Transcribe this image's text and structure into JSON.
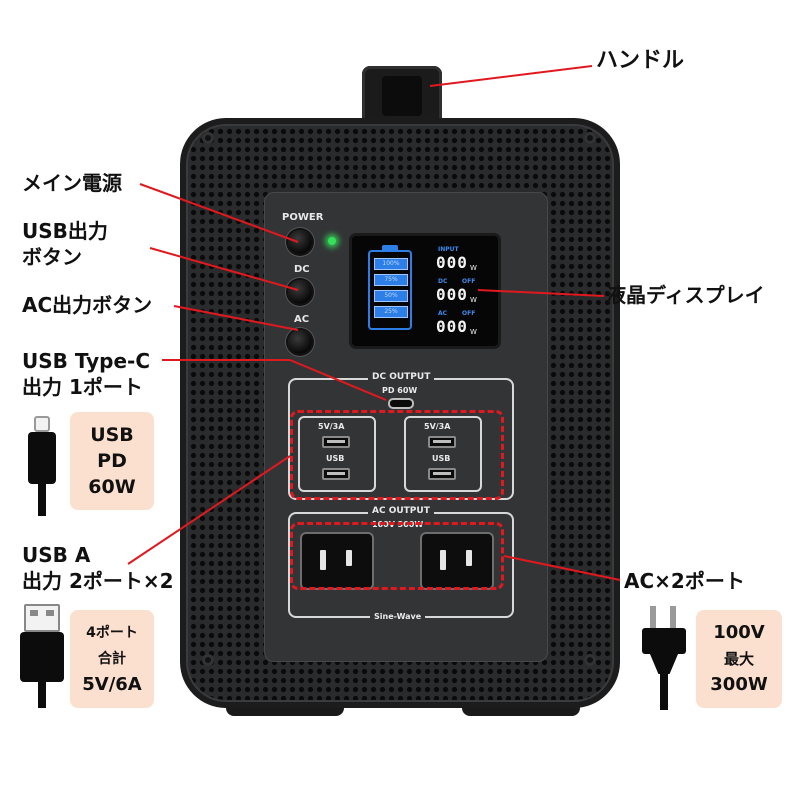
{
  "callouts": {
    "handle": "ハンドル",
    "main_power": "メイン電源",
    "usb_output_button": "USB出力\nボタン",
    "ac_output_button": "AC出力ボタン",
    "usb_typec": "USB Type-C\n出力  1ポート",
    "lcd_display": "液晶ディスプレイ",
    "usb_a": "USB  A\n出力  2ポート×2",
    "ac_ports": "AC×2ポート"
  },
  "badges": {
    "usb_pd": [
      "USB",
      "PD",
      "60W"
    ],
    "usb_a_spec": [
      "4ポート",
      "合計",
      "5V/6A"
    ],
    "ac_spec": [
      "100V",
      "最大",
      "300W"
    ]
  },
  "device": {
    "power_label": "POWER",
    "dc_label": "DC",
    "ac_label": "AC",
    "lcd": {
      "input_tag": "INPUT",
      "dc_tag": "DC",
      "dc_state": "OFF",
      "ac_tag": "AC",
      "ac_state": "OFF",
      "input_value": "000",
      "dc_value": "000",
      "ac_value": "000",
      "unit": "W",
      "battery_cells": [
        "100%",
        "75%",
        "50%",
        "25%"
      ]
    },
    "dc_output_title": "DC OUTPUT",
    "pd_label": "PD 60W",
    "usb_group_left_label": "5V/3A",
    "usb_group_left_sub": "USB",
    "usb_group_right_label": "5V/3A",
    "usb_group_right_sub": "USB",
    "ac_output_title": "AC OUTPUT",
    "ac_rating": "100V 300W",
    "sine_wave": "Sine-Wave"
  },
  "colors": {
    "callout_line": "#e0191f",
    "badge_bg": "#fbe0cf",
    "lcd_accent": "#2e7ee8",
    "power_led": "#34e05a"
  }
}
